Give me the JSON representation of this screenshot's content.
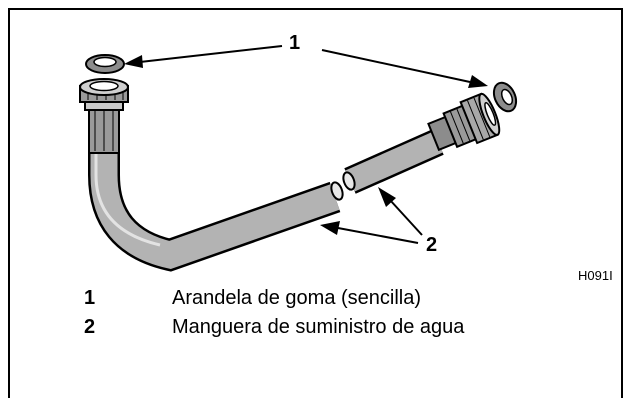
{
  "callouts": {
    "label_1": "1",
    "label_2": "2"
  },
  "figure_code": "H091I",
  "legend": [
    {
      "number": "1",
      "text": "Arandela de goma (sencilla)"
    },
    {
      "number": "2",
      "text": "Manguera de suministro de agua"
    }
  ],
  "colors": {
    "hose_fill": "#b3b3b3",
    "outline": "#000000",
    "background": "#ffffff"
  },
  "icons": [
    "rubber-washer-icon",
    "hose-connector-icon",
    "water-supply-hose-icon"
  ]
}
